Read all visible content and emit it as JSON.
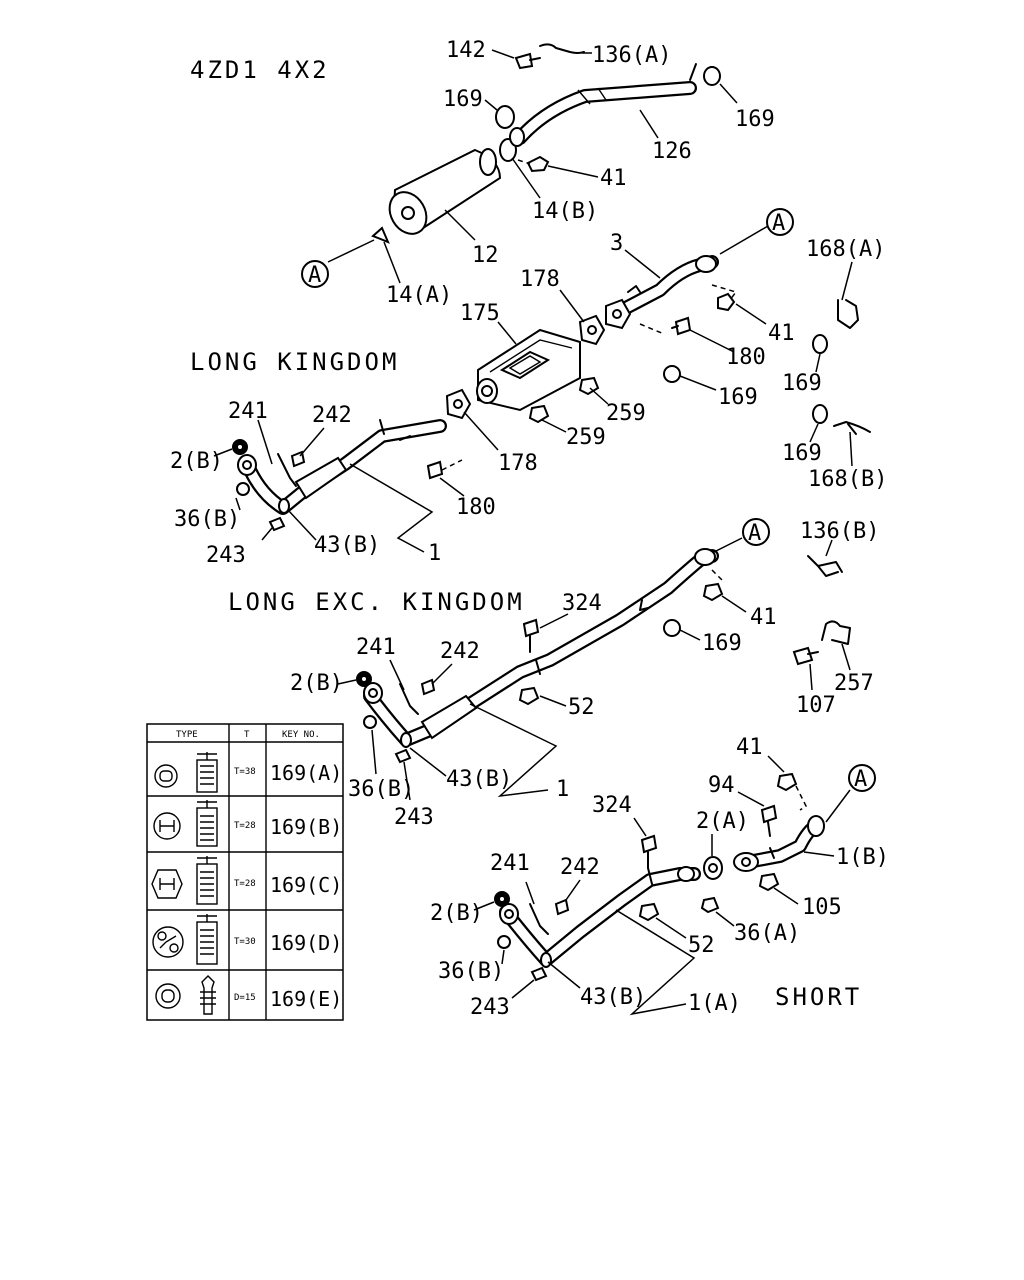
{
  "headings": {
    "title": "4ZD1 4X2",
    "long_kingdom": "LONG KINGDOM",
    "long_exc_kingdom": "LONG EXC. KINGDOM",
    "short": "SHORT"
  },
  "callouts": {
    "top": {
      "c142": "142",
      "c136a": "136(A)",
      "c169_left": "169",
      "c169_right": "169",
      "c126": "126",
      "c41": "41",
      "c14b": "14(B)",
      "c12": "12",
      "c14a": "14(A)",
      "ref_a": "A"
    },
    "long_kingdom": {
      "c3": "3",
      "ref_a": "A",
      "c168a": "168(A)",
      "c178_top": "178",
      "c175": "175",
      "c41": "41",
      "c180_right": "180",
      "c169_mid": "169",
      "c169_right": "169",
      "c259_top": "259",
      "c259_bottom": "259",
      "c241": "241",
      "c242": "242",
      "c2b": "2(B)",
      "c178_bottom": "178",
      "c169_lower": "169",
      "c168b": "168(B)",
      "c36b": "36(B)",
      "c180_bottom": "180",
      "c43b": "43(B)",
      "c243": "243",
      "c1": "1"
    },
    "long_exc": {
      "ref_a": "A",
      "c136b": "136(B)",
      "c324": "324",
      "c41": "41",
      "c169": "169",
      "c241": "241",
      "c242": "242",
      "c2b": "2(B)",
      "c52": "52",
      "c257": "257",
      "c107": "107",
      "c36b": "36(B)",
      "c43b": "43(B)",
      "c1": "1",
      "c243": "243"
    },
    "short": {
      "c41": "41",
      "ref_a": "A",
      "c94": "94",
      "c324": "324",
      "c2a": "2(A)",
      "c1b": "1(B)",
      "c241": "241",
      "c242": "242",
      "c2b": "2(B)",
      "c105": "105",
      "c52": "52",
      "c36a": "36(A)",
      "c36b": "36(B)",
      "c43b": "43(B)",
      "c243": "243",
      "c1a": "1(A)"
    }
  },
  "table": {
    "headers": {
      "type": "TYPE",
      "t": "T",
      "key": "KEY NO."
    },
    "rows": [
      {
        "t": "T=38",
        "key": "169(A)"
      },
      {
        "t": "T=28",
        "key": "169(B)"
      },
      {
        "t": "T=28",
        "key": "169(C)"
      },
      {
        "t": "T=30",
        "key": "169(D)"
      },
      {
        "t": "D=15",
        "key": "169(E)"
      }
    ]
  }
}
